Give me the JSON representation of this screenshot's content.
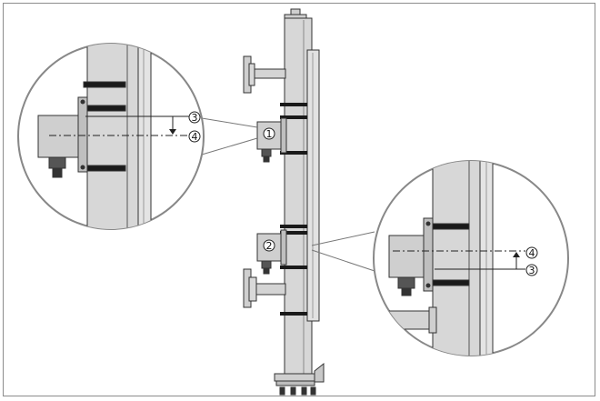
{
  "callouts": {
    "switch_top": "1",
    "switch_bottom": "2",
    "ref_3": "3",
    "ref_4": "4"
  },
  "colors": {
    "tube_fill": "#d7d7d7",
    "tube_stroke": "#333333",
    "clamp": "#1a1a1a",
    "body": "#cfcfcf"
  }
}
